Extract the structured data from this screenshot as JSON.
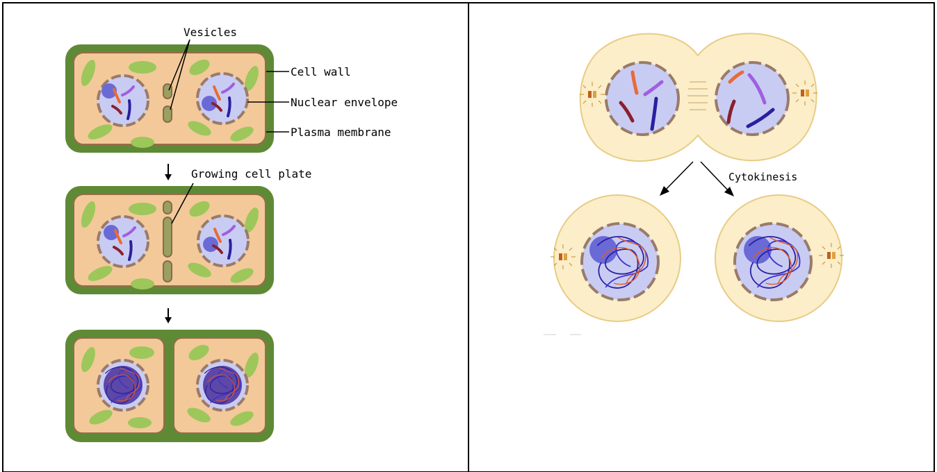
{
  "plant_panel": {
    "labels": {
      "vesicles": "Vesicles",
      "cell_wall": "Cell wall",
      "nuclear_envelope": "Nuclear envelope",
      "plasma_membrane": "Plasma membrane",
      "growing_cell_plate": "Growing cell plate"
    }
  },
  "animal_panel": {
    "labels": {
      "cytokinesis": "Cytokinesis"
    }
  },
  "colors": {
    "cell_wall": "#5e8a36",
    "cytoplasm": "#f3c99a",
    "chloroplast": "#9dc75a",
    "nucleus": "#c9ccf2",
    "animal_cell": "#fbeec8",
    "animal_cell_edge": "#e8cc86"
  }
}
